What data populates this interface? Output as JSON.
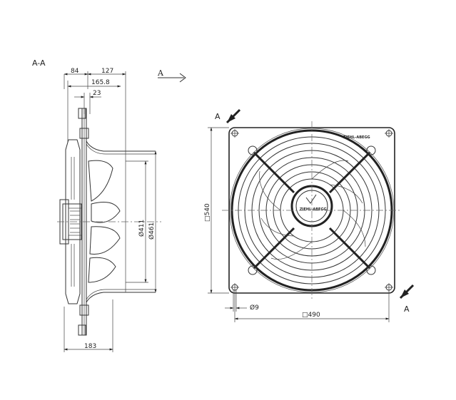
{
  "section_label": "A-A",
  "view_arrow_label": "A",
  "side_view": {
    "dim_84": "84",
    "dim_127": "127",
    "dim_165_8": "165.8",
    "dim_23": "23",
    "dim_d411": "Ø411",
    "dim_d461": "Ø461",
    "dim_183": "183"
  },
  "front_view": {
    "section_mark_top": "A",
    "section_mark_bottom": "A",
    "dim_540": "□540",
    "dim_490": "□490",
    "dim_hole": "Ø9",
    "brand_text": "ZIEHL-ABEGG"
  }
}
